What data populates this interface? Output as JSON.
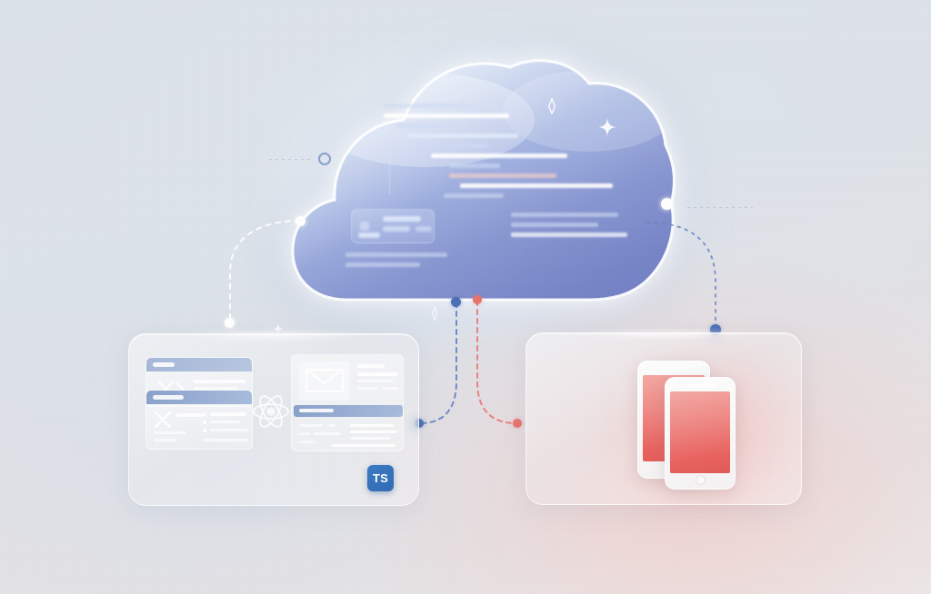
{
  "scene": {
    "title": "Cloud backend connected to web and mobile clients",
    "background_color": "#dde3e9",
    "accent_blue": "#4a6fb5",
    "accent_red": "#e8736e",
    "ts_badge_color": "#3b7ac4"
  },
  "cloud": {
    "label": "cloud",
    "glow_color": "#ffffff",
    "gradient_from": "#c9d8ee",
    "gradient_to": "#6f7fc4",
    "code_lines": 10,
    "inner_card_label": "cloud-inner-card"
  },
  "panels": {
    "left": {
      "name": "web-clients-panel",
      "cards": [
        {
          "name": "dashboard-card-top",
          "icon": "chart-scatter-icon",
          "header": "blue-header-bar",
          "text_rows": 4
        },
        {
          "name": "dashboard-card-bottom",
          "icon": "chart-x-icon",
          "header": "blue-header-bar",
          "text_rows": 6
        },
        {
          "name": "media-card",
          "icon": "image-placeholder-icon",
          "header": "blue-header-bar",
          "text_rows": 7
        }
      ],
      "logos": [
        {
          "name": "react-logo",
          "icon": "react-atom-icon"
        },
        {
          "name": "typescript-badge",
          "icon": "typescript-icon",
          "label": "TS"
        }
      ]
    },
    "right": {
      "name": "mobile-clients-panel",
      "devices": [
        {
          "name": "phone-back",
          "icon": "smartphone-icon",
          "screen_from": "#f4a9a4",
          "screen_to": "#e05a58"
        },
        {
          "name": "phone-front",
          "icon": "smartphone-icon",
          "screen_from": "#f4a9a4",
          "screen_to": "#e05a58"
        }
      ]
    }
  },
  "connectors": [
    {
      "name": "connector-cloud-to-left-outer",
      "style": "dashed",
      "color": "#ffffff",
      "endpoint_dot": "white"
    },
    {
      "name": "connector-cloud-to-right-outer",
      "style": "dotted",
      "color": "#6f8ac4",
      "endpoint_dot": "blue"
    },
    {
      "name": "connector-cloud-to-web-panel",
      "style": "dashed",
      "color": "#5d80c4",
      "endpoint_dot": "blue"
    },
    {
      "name": "connector-cloud-to-mobile-panel",
      "style": "dashed",
      "color": "#e8736e",
      "endpoint_dot": "red"
    }
  ],
  "decorations": [
    {
      "name": "ring-decoration",
      "icon": "circle-outline-icon"
    },
    {
      "name": "sparkle-diamond",
      "icon": "diamond-sparkle-icon"
    },
    {
      "name": "sparkle-star",
      "icon": "four-point-star-icon"
    },
    {
      "name": "sparkle-star-small",
      "icon": "four-point-star-icon"
    },
    {
      "name": "data-dot-field",
      "icon": "dot-grid-icon"
    }
  ]
}
